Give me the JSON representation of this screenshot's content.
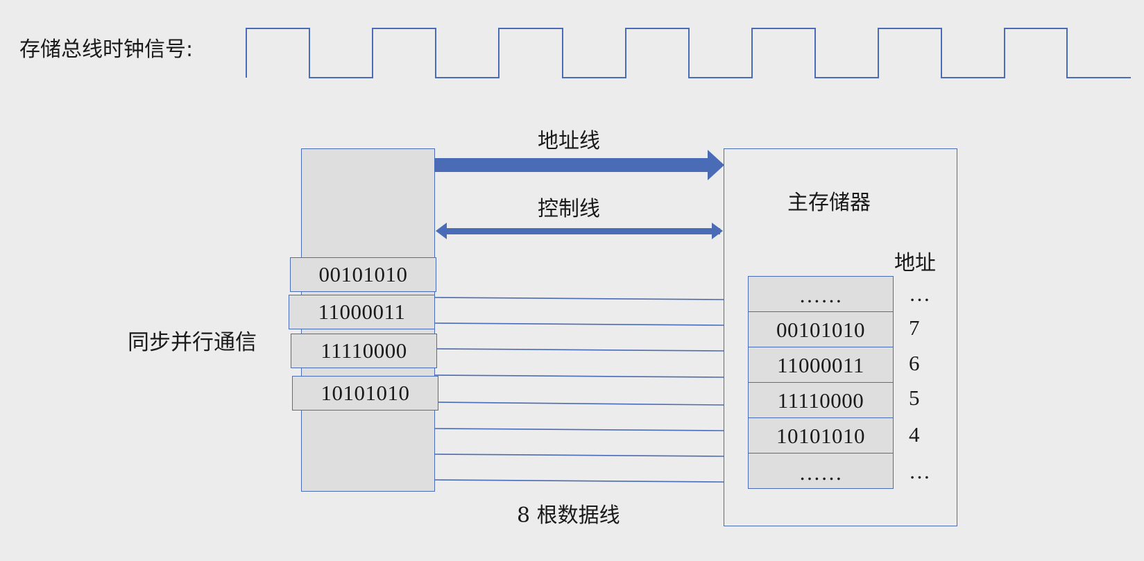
{
  "clock": {
    "label": "存储总线时钟信号:"
  },
  "bus": {
    "address_line": "地址线",
    "control_line": "控制线",
    "data_lines": "8 根数据线"
  },
  "side_label": "同步并行通信",
  "cpu_registers": [
    "00101010",
    "11000011",
    "11110000",
    "10101010"
  ],
  "memory": {
    "title": "主存储器",
    "address_header": "地址",
    "cells": [
      {
        "value": "……",
        "address": "…"
      },
      {
        "value": "00101010",
        "address": "7"
      },
      {
        "value": "11000011",
        "address": "6"
      },
      {
        "value": "11110000",
        "address": "5"
      },
      {
        "value": "10101010",
        "address": "4"
      },
      {
        "value": "……",
        "address": "…"
      }
    ]
  },
  "colors": {
    "line": "#4a6bb5",
    "box_fill": "#dedede",
    "background": "#ececec"
  }
}
